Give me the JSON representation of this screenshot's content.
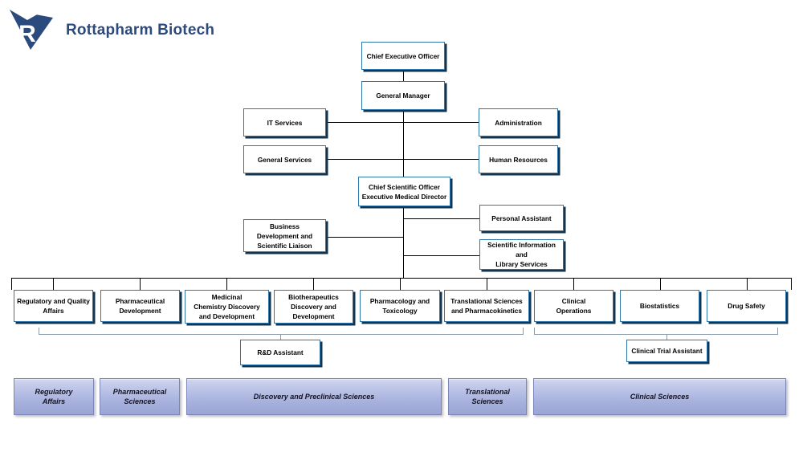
{
  "header": {
    "company_name": "Rottapharm Biotech",
    "logo_letter": "R",
    "logo_color": "#2b4a7d",
    "title_color": "#2b4a7d"
  },
  "colors": {
    "node_border": "#2f76ab",
    "node_shadow": "#12344f",
    "node_fill": "#ffffff",
    "connector": "#000000",
    "bracket": "#8d9aa8",
    "band_fill_top": "#d3d9ef",
    "band_fill_bottom": "#9aa5d6",
    "band_border": "#7d87b5",
    "page_background": "#ffffff"
  },
  "chart_data": {
    "type": "org-chart",
    "title": "Rottapharm Biotech Organizational Chart",
    "nodes": [
      {
        "id": "ceo",
        "label": "Chief Executive Officer",
        "level": 1
      },
      {
        "id": "gm",
        "label": "General Manager",
        "level": 2
      },
      {
        "id": "it",
        "label": "IT Services",
        "level": 3,
        "side": "left"
      },
      {
        "id": "gs",
        "label": "General Services",
        "level": 3,
        "side": "left"
      },
      {
        "id": "admin",
        "label": "Administration",
        "level": 3,
        "side": "right"
      },
      {
        "id": "hr",
        "label": "Human Resources",
        "level": 3,
        "side": "right"
      },
      {
        "id": "cso",
        "label": "Chief Scientific Officer Executive Medical Director",
        "level": 4
      },
      {
        "id": "pa",
        "label": "Personal Assistant",
        "level": 5,
        "side": "right"
      },
      {
        "id": "sil",
        "label": "Scientific Information and Library Services",
        "level": 5,
        "side": "right"
      },
      {
        "id": "bd",
        "label": "Business Development and Scientific Liaison",
        "level": 5,
        "side": "left"
      },
      {
        "id": "rqa",
        "label": "Regulatory and Quality Affairs",
        "level": 6
      },
      {
        "id": "pd",
        "label": "Pharmaceutical Development",
        "level": 6
      },
      {
        "id": "mcdd",
        "label": "Medicinal Chemistry Discovery and Development",
        "level": 6
      },
      {
        "id": "bdd",
        "label": "Biotherapeutics Discovery and Development",
        "level": 6
      },
      {
        "id": "ptox",
        "label": "Pharmacology and Toxicology",
        "level": 6
      },
      {
        "id": "tspk",
        "label": "Translational Sciences and Pharmacokinetics",
        "level": 6
      },
      {
        "id": "cops",
        "label": "Clinical Operations",
        "level": 6
      },
      {
        "id": "bios",
        "label": "Biostatistics",
        "level": 6
      },
      {
        "id": "ds",
        "label": "Drug Safety",
        "level": 6
      },
      {
        "id": "rda",
        "label": "R&D Assistant",
        "level": 7
      },
      {
        "id": "cta",
        "label": "Clinical Trial Assistant",
        "level": 7
      }
    ],
    "bands": [
      {
        "id": "band-ra",
        "label": "Regulatory Affairs"
      },
      {
        "id": "band-ps",
        "label": "Pharmaceutical Sciences"
      },
      {
        "id": "band-dps",
        "label": "Discovery and Preclinical Sciences"
      },
      {
        "id": "band-ts",
        "label": "Translational Sciences"
      },
      {
        "id": "band-cs",
        "label": "Clinical Sciences"
      }
    ]
  },
  "nodes": {
    "ceo": {
      "line1": "Chief Executive Officer"
    },
    "gm": {
      "line1": "General Manager"
    },
    "it": {
      "line1": "IT Services"
    },
    "general_services": {
      "line1": "General Services"
    },
    "administration": {
      "line1": "Administration"
    },
    "human_resources": {
      "line1": "Human Resources"
    },
    "cso": {
      "line1": "Chief Scientific Officer",
      "line2": "Executive Medical Director"
    },
    "personal_assistant": {
      "line1": "Personal Assistant"
    },
    "scientific_information": {
      "line1": "Scientific Information",
      "line2": "and",
      "line3": "Library Services"
    },
    "business_development": {
      "line1": "Business",
      "line2": "Development and",
      "line3": "Scientific Liaison"
    },
    "regulatory_quality": {
      "line1": "Regulatory and Quality",
      "line2": "Affairs"
    },
    "pharmaceutical_development": {
      "line1": "Pharmaceutical",
      "line2": "Development"
    },
    "medicinal_chemistry": {
      "line1": "Medicinal",
      "line2": "Chemistry Discovery",
      "line3": "and Development"
    },
    "biotherapeutics": {
      "line1": "Biotherapeutics",
      "line2": "Discovery and",
      "line3": "Development"
    },
    "pharmacology_toxicology": {
      "line1": "Pharmacology and",
      "line2": "Toxicology"
    },
    "translational_pk": {
      "line1": "Translational Sciences",
      "line2": "and Pharmacokinetics"
    },
    "clinical_operations": {
      "line1": "Clinical",
      "line2": "Operations"
    },
    "biostatistics": {
      "line1": "Biostatistics"
    },
    "drug_safety": {
      "line1": "Drug Safety"
    },
    "rd_assistant": {
      "line1": "R&D Assistant"
    },
    "clinical_trial_assistant": {
      "line1": "Clinical Trial Assistant"
    }
  },
  "bands": {
    "regulatory_affairs": {
      "line1": "Regulatory",
      "line2": "Affairs"
    },
    "pharmaceutical_sciences": {
      "line1": "Pharmaceutical",
      "line2": "Sciences"
    },
    "discovery_preclinical": {
      "line1": "Discovery and Preclinical Sciences"
    },
    "translational_sciences": {
      "line1": "Translational",
      "line2": "Sciences"
    },
    "clinical_sciences": {
      "line1": "Clinical Sciences"
    }
  }
}
